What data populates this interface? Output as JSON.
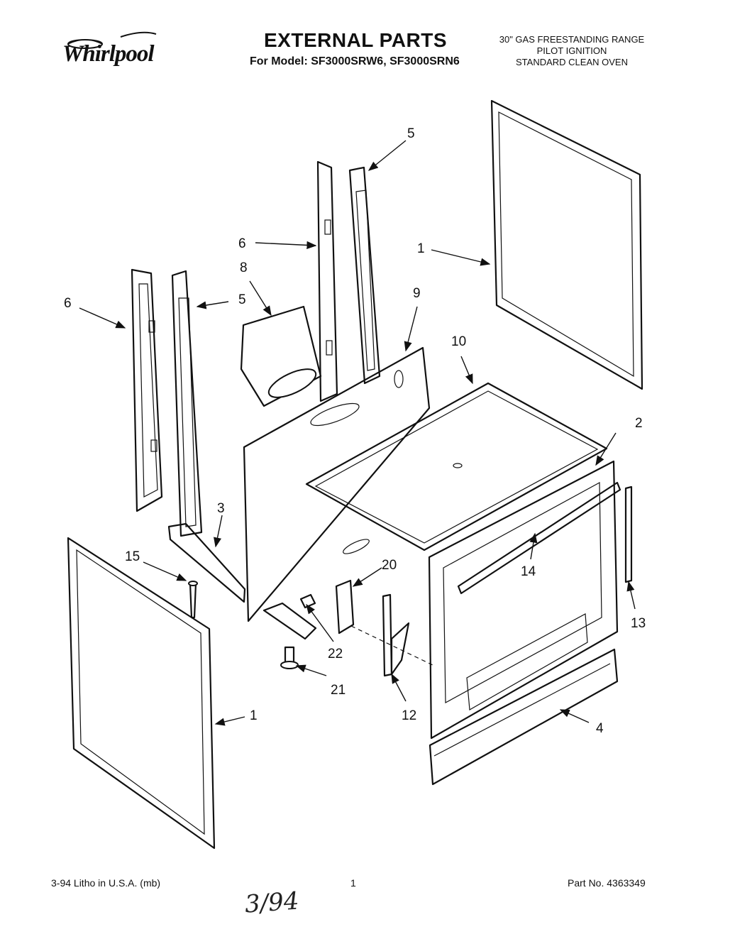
{
  "header": {
    "brand": "Whirlpool",
    "title": "EXTERNAL PARTS",
    "model_line": "For Model: SF3000SRW6, SF3000SRN6",
    "description": [
      "30\" GAS FREESTANDING RANGE",
      "PILOT IGNITION",
      "STANDARD CLEAN OVEN"
    ]
  },
  "callouts": {
    "c1_top": "1",
    "c1_bottom": "1",
    "c2": "2",
    "c3": "3",
    "c4": "4",
    "c5_top": "5",
    "c5_left": "5",
    "c6_left": "6",
    "c6_mid": "6",
    "c8": "8",
    "c9": "9",
    "c10": "10",
    "c12": "12",
    "c13": "13",
    "c14": "14",
    "c15": "15",
    "c20": "20",
    "c21": "21",
    "c22": "22"
  },
  "footer": {
    "litho": "3-94 Litho in U.S.A. (mb)",
    "page": "1",
    "part_no": "Part No. 4363349"
  },
  "handwritten_note": "3/94"
}
